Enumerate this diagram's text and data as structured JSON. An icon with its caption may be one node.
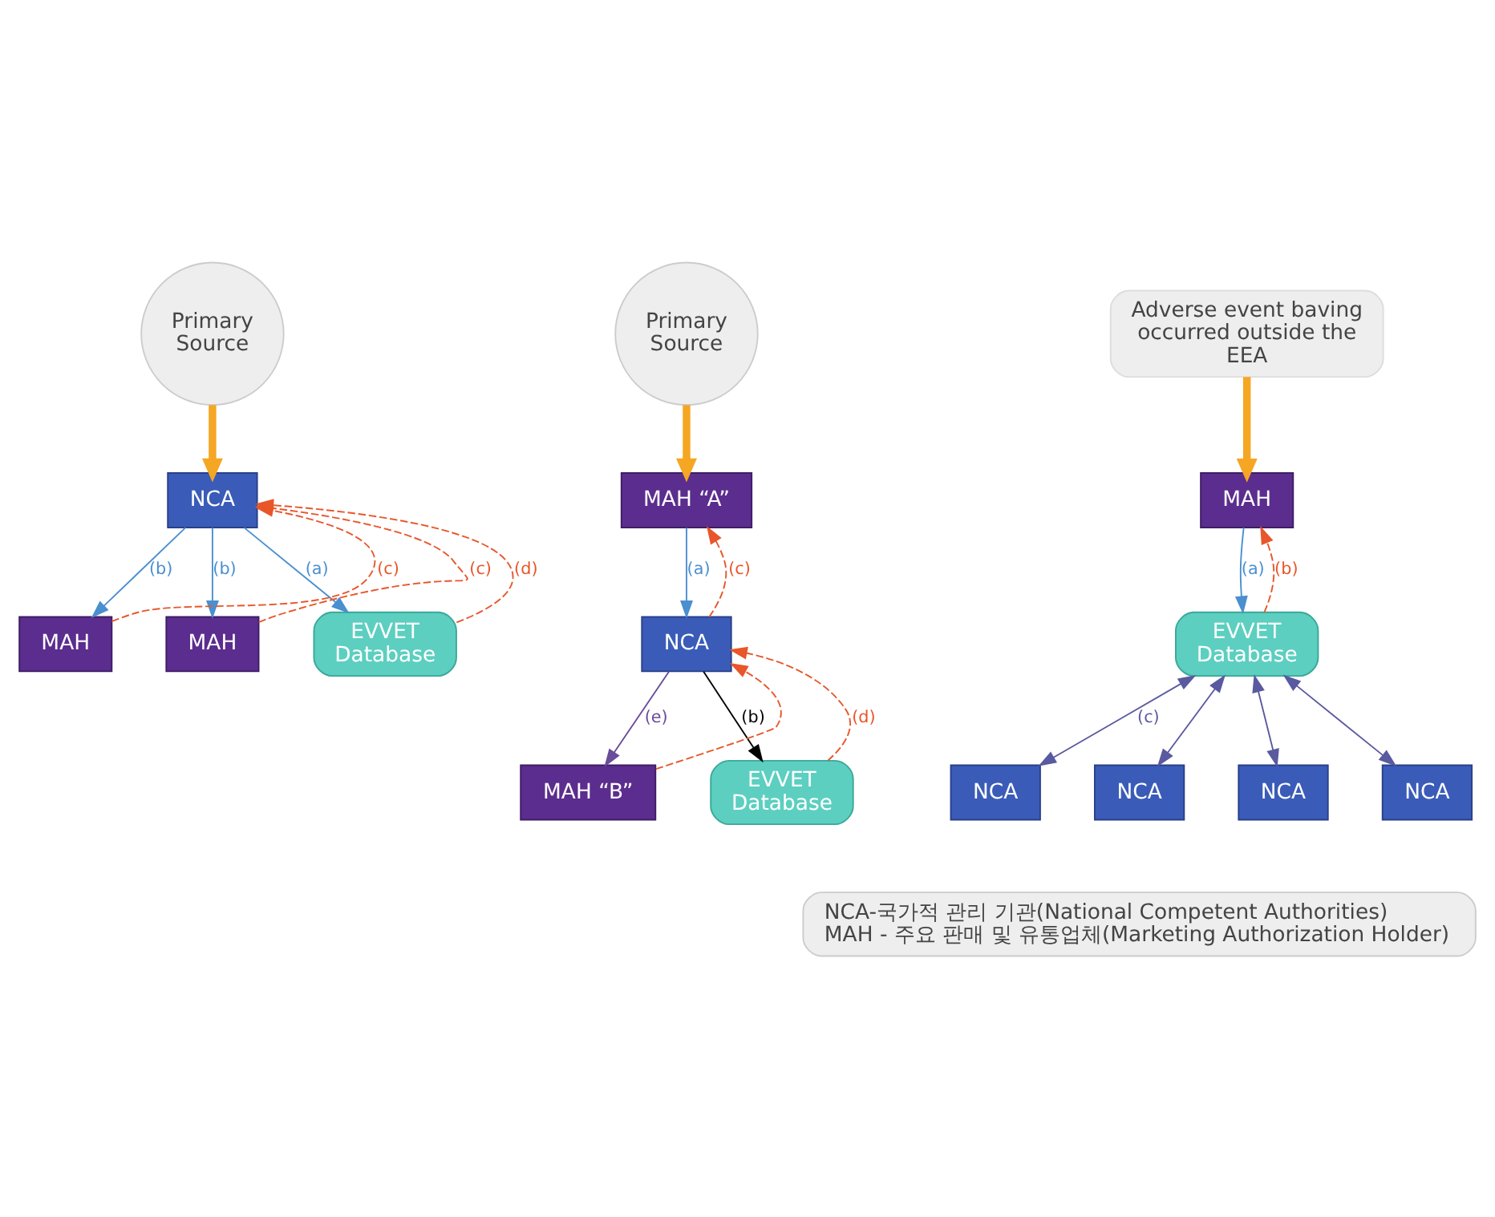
{
  "diagram": {
    "nodes": [
      {
        "text": [
          "Primary Source"
        ]
      },
      {
        "text": [
          "NCA"
        ]
      },
      {
        "text": [
          "MAH"
        ]
      },
      {
        "text": [
          "MAH"
        ]
      },
      {
        "text": [
          "EVVET Database"
        ]
      },
      {
        "text": [
          "Primary Source"
        ]
      },
      {
        "text": [
          "MAH “A”"
        ]
      },
      {
        "text": [
          "NCA"
        ]
      },
      {
        "text": [
          "MAH “B”"
        ]
      },
      {
        "text": [
          "EVVET Database"
        ]
      },
      {
        "text": [
          "Adverse event baving occurred outside the EEA"
        ]
      },
      {
        "text": [
          "MAH"
        ]
      },
      {
        "text": [
          "EVVET Database"
        ]
      },
      {
        "text": [
          "NCA"
        ]
      },
      {
        "text": [
          "NCA"
        ]
      },
      {
        "text": [
          "NCA"
        ]
      },
      {
        "text": [
          "NCA"
        ]
      },
      {
        "text": [
          "NCA-국가적 관리 기관(National Competent Authorities)",
          "MAH - 주요 판매 및 유통업체(Marketing Authorization Holder)"
        ]
      }
    ],
    "edges": [
      {
        "from": 0,
        "to": 1,
        "arrow": "to",
        "style": "thick",
        "color": "#f5a623"
      },
      {
        "from": 1,
        "to": 2,
        "arrow": "to",
        "label": "(b)",
        "color": "#4a8fd0"
      },
      {
        "from": 2,
        "to": 1,
        "arrow": "to",
        "label": "(c)",
        "style": "dashed"
      },
      {
        "from": 1,
        "to": 3,
        "arrow": "to",
        "label": "(b)",
        "color": "#4a8fd0"
      },
      {
        "from": 3,
        "to": 1,
        "arrow": "to",
        "label": "(c)",
        "style": "dashed"
      },
      {
        "from": 1,
        "to": 4,
        "arrow": "to",
        "label": "(a)",
        "color": "#4a8fd0"
      },
      {
        "from": 4,
        "to": 1,
        "arrow": "to",
        "label": "(d)",
        "style": "dashed"
      },
      {
        "from": 5,
        "to": 6,
        "arrow": "to",
        "style": "thick",
        "color": "#f5a623"
      },
      {
        "from": 6,
        "to": 7,
        "arrow": "to",
        "label": "(a)",
        "color": "#4a8fd0"
      },
      {
        "from": 7,
        "to": 6,
        "arrow": "to",
        "label": "(c)",
        "style": "dashed"
      },
      {
        "from": 7,
        "to": 8,
        "arrow": "to",
        "label": "(e)",
        "color": "#6a4c9c"
      },
      {
        "from": 8,
        "to": 7,
        "arrow": "to",
        "style": "dashed"
      },
      {
        "from": 7,
        "to": 9,
        "arrow": "to",
        "label": "(b)",
        "color": "#000000"
      },
      {
        "from": 9,
        "to": 7,
        "arrow": "to",
        "label": "(d)",
        "style": "dashed"
      },
      {
        "from": 10,
        "to": 11,
        "arrow": "to",
        "style": "thick",
        "color": "#f5a623"
      },
      {
        "from": 11,
        "to": 12,
        "arrow": "to",
        "label": "(a)",
        "color": "#4a8fd0"
      },
      {
        "from": 12,
        "to": 11,
        "arrow": "to",
        "label": "(b)",
        "style": "dashed"
      },
      {
        "from": 12,
        "to": 13,
        "arrow": "both",
        "label": "(c)",
        "color": "#5a5aa0"
      },
      {
        "from": 12,
        "to": 14,
        "arrow": "both",
        "color": "#5a5aa0"
      },
      {
        "from": 12,
        "to": 15,
        "arrow": "both",
        "color": "#5a5aa0"
      },
      {
        "from": 12,
        "to": 16,
        "arrow": "both",
        "color": "#5a5aa0"
      }
    ]
  }
}
